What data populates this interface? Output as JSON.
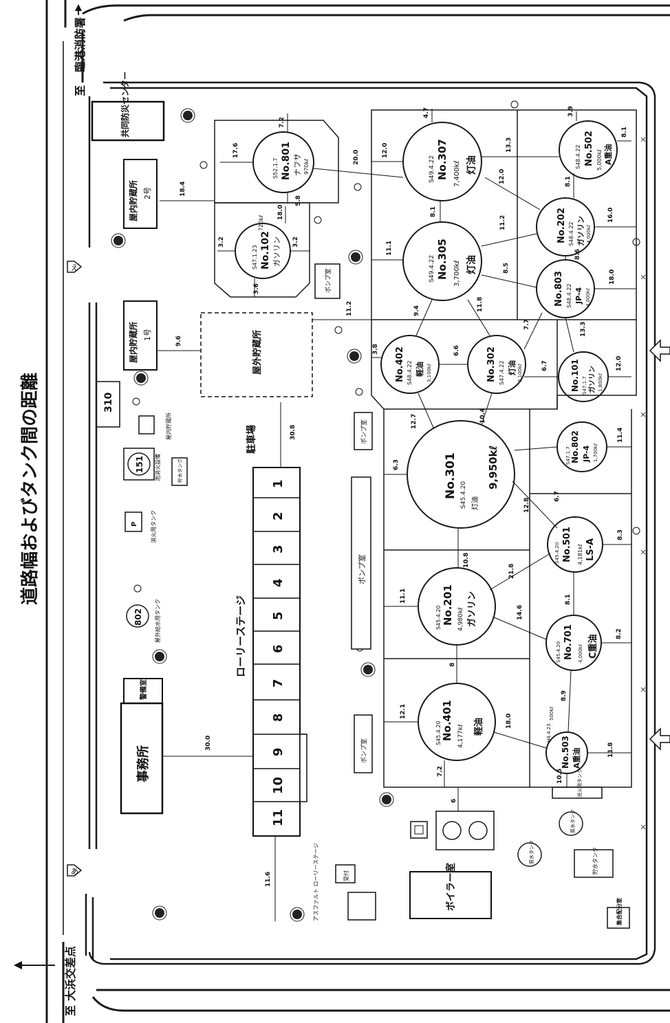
{
  "title": "道路幅およびタンク間の距離",
  "to_label": "至",
  "destinations": {
    "top": "臨港消防署",
    "bottom": "大浜交差点"
  },
  "markers": {
    "a": "あ",
    "e": "え",
    "road_no": "310"
  },
  "facilities": {
    "joint_disaster": "共同防災センター",
    "indoor_storage2": "屋内貯蔵所",
    "indoor_storage2_no": "2号",
    "indoor_storage1": "屋内貯蔵所",
    "indoor_storage1_no": "1号",
    "indoor_storage_small": "屋内貯蔵所",
    "outdoor_storage": "屋外貯蔵所",
    "parking": "駐車場",
    "office": "事務所",
    "guard": "警備室",
    "lorry_stage": "ローリーステージ",
    "asphalt_stage": "アスファルト ローリーステージ",
    "boiler": "ボイラー室",
    "pump": "ポンプ室",
    "tank151": "151",
    "tank802": "802",
    "tank802_note": "屋外給水用タンク",
    "p_label": "P",
    "foam_equip": "泡消火設備",
    "water_tank": "貯水タンク",
    "water_tank2": "消火用タンク",
    "raw_water": "原水タンク",
    "reception": "受付",
    "distribution": "集合配分室"
  },
  "bays": [
    "1",
    "2",
    "3",
    "4",
    "5",
    "6",
    "7",
    "8",
    "9",
    "10",
    "11"
  ],
  "tanks": [
    {
      "no": "No.801",
      "line1": "S52.1.7",
      "line2": "ナフサ",
      "line3": "970kℓ"
    },
    {
      "no": "No.102",
      "line1": "S47.1.23",
      "line2": "ガソリン",
      "line3": "720kℓ"
    },
    {
      "no": "No.307",
      "line1": "S49.4.22",
      "line2": "灯油",
      "line3": "7,400kℓ"
    },
    {
      "no": "No.305",
      "line1": "S49.4.22",
      "line2": "灯油",
      "line3": "3,700kℓ"
    },
    {
      "no": "No.502",
      "line1": "S48.4.22",
      "line2": "A重油",
      "line3": "5,000kℓ"
    },
    {
      "no": "No.202",
      "line1": "S48.4.22",
      "line2": "ガソリン",
      "line3": "4,000kℓ"
    },
    {
      "no": "No.803",
      "line1": "S48.4.22",
      "line2": "JP-4",
      "line3": "4,000kℓ"
    },
    {
      "no": "No.402",
      "line1": "S48.4.22",
      "line2": "軽油",
      "line3": "3,100kℓ"
    },
    {
      "no": "No.302",
      "line1": "S47.4.22",
      "line2": "灯油",
      "line3": "3,100kℓ"
    },
    {
      "no": "No.101",
      "line1": "S47.1.7",
      "line2": "ガソリン",
      "line3": "1,800kℓ"
    },
    {
      "no": "No.301",
      "line1": "S45.4.20",
      "line2": "灯油",
      "line3": "9,950kℓ"
    },
    {
      "no": "No.802",
      "line1": "S47.1.7",
      "line2": "JP-4",
      "line3": "1,700kℓ"
    },
    {
      "no": "No.501",
      "line1": "S45.4.20",
      "line2": "LS-A",
      "line3": "4,181kℓ"
    },
    {
      "no": "No.201",
      "line1": "S45.4.20",
      "line2": "ガソリン",
      "line3": "4,980kℓ"
    },
    {
      "no": "No.701",
      "line1": "S45.4.20",
      "line2": "C重油",
      "line3": "4,000kℓ"
    },
    {
      "no": "No.401",
      "line1": "S45.4.20",
      "line2": "軽油",
      "line3": "4,177kℓ"
    },
    {
      "no": "No.503",
      "line1": "H4.4.23",
      "line2": "A重油",
      "line3": "500kℓ"
    }
  ],
  "distances": [
    "7.2",
    "4.7",
    "3.9",
    "8.1",
    "17.6",
    "18.4",
    "20.0",
    "12.0",
    "13.3",
    "12.0",
    "8.1",
    "16.0",
    "3.2",
    "3.2",
    "3.6",
    "5.8",
    "18.0",
    "8.1",
    "11.1",
    "11.2",
    "8.6",
    "8.5",
    "18.0",
    "9.6",
    "11.2",
    "9.4",
    "11.8",
    "7.7",
    "13.3",
    "3.8",
    "6.6",
    "6.7",
    "12.0",
    "12.7",
    "10.4",
    "30.8",
    "6.3",
    "11.4",
    "12.8",
    "6.7",
    "8.3",
    "10.8",
    "21.8",
    "11.1",
    "8.1",
    "14.6",
    "8",
    "8.2",
    "12.1",
    "8.9",
    "18.0",
    "30.0",
    "7.2",
    "6",
    "10.5",
    "11.8",
    "11.6"
  ]
}
